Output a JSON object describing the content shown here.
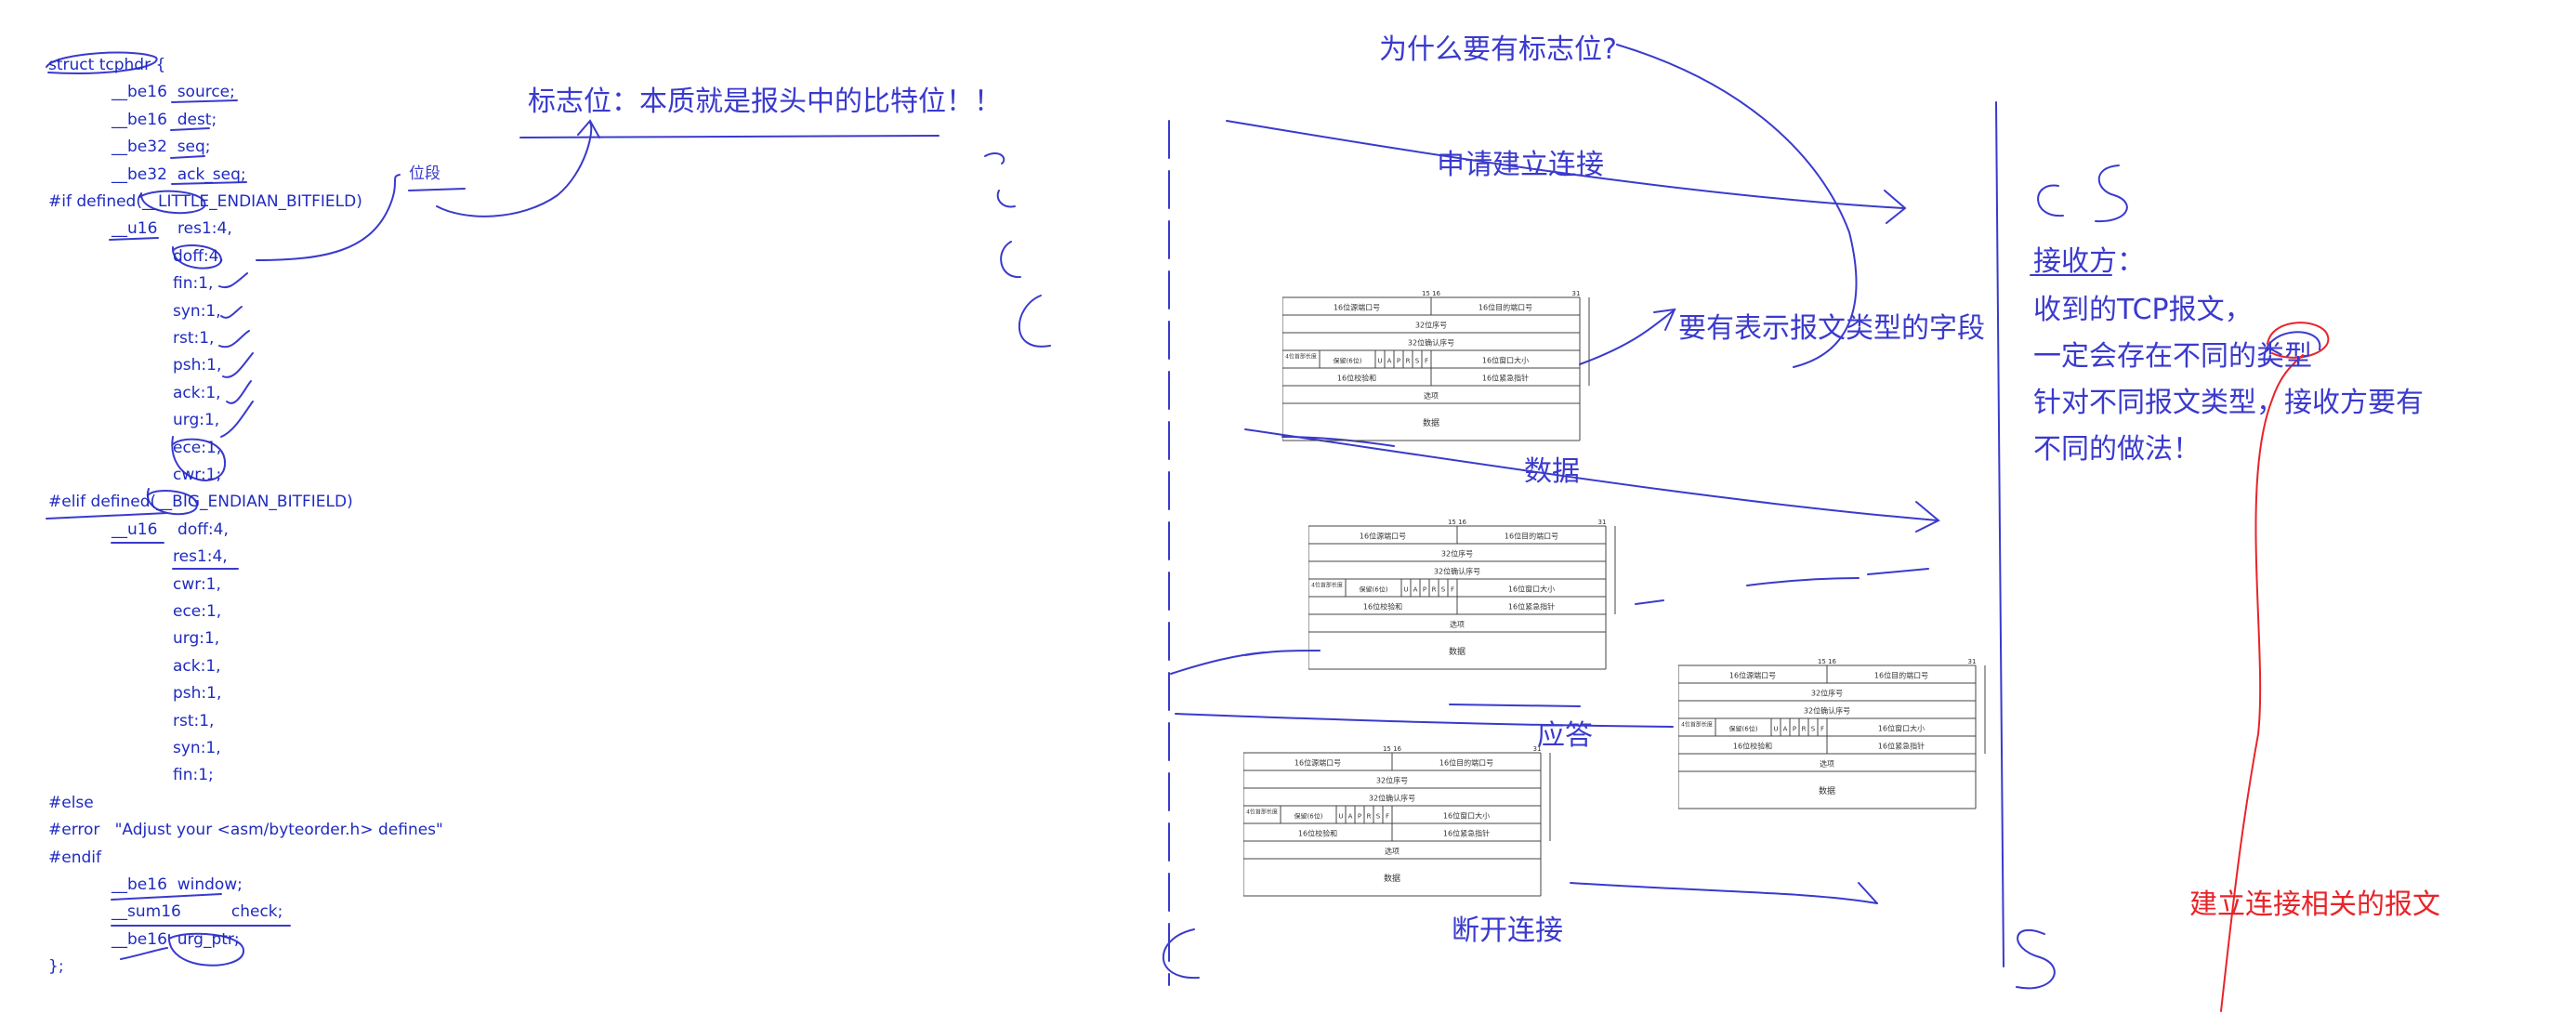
{
  "code": {
    "lines": [
      "struct tcphdr {",
      "__be16  source;",
      "__be16  dest;",
      "__be32  seq;",
      "__be32  ack_seq;",
      "#if defined(__LITTLE_ENDIAN_BITFIELD)",
      "__u16    res1:4,",
      "doff:4,",
      "fin:1,",
      "syn:1,",
      "rst:1,",
      "psh:1,",
      "ack:1,",
      "urg:1,",
      "ece:1,",
      "cwr:1;",
      "#elif defined(__BIG_ENDIAN_BITFIELD)",
      "__u16    doff:4,",
      "res1:4,",
      "cwr:1,",
      "ece:1,",
      "urg:1,",
      "ack:1,",
      "psh:1,",
      "rst:1,",
      "syn:1,",
      "fin:1;",
      "#else",
      "#error   \"Adjust your <asm/byteorder.h> defines\"",
      "#endif",
      "__be16  window;",
      "__sum16          check;",
      "__be16  urg_ptr;",
      "};"
    ]
  },
  "notes": {
    "flag_essence": "标志位：本质就是报头中的比特位！！",
    "bit_field": "位段",
    "why_flags": "为什么要有标志位?",
    "request_connect": "申请建立连接",
    "type_field": "要有表示报文类型的字段",
    "data": "数据",
    "reply": "应答",
    "disconnect": "断开连接",
    "receiver_title": "接收方：",
    "receiver_line1": "收到的TCP报文，",
    "receiver_line2": "一定会存在不同的类型",
    "receiver_line3": "针对不同报文类型，接收方要有",
    "receiver_line4": "不同的做法！",
    "connection_related": "建立连接相关的报文",
    "letter_c": "C",
    "letter_s": "S"
  },
  "tcp_header_figure": {
    "bit_ticks": [
      "15 16",
      "31"
    ],
    "source_port": "16位源端口号",
    "dest_port": "16位目的端口号",
    "seq": "32位序号",
    "ack": "32位确认序号",
    "header_len": "4位首部长度",
    "reserved": "保留(6位)",
    "flags": [
      "U",
      "A",
      "P",
      "R",
      "S",
      "F"
    ],
    "window": "16位窗口大小",
    "checksum": "16位校验和",
    "urgent": "16位紧急指针",
    "options": "选项",
    "payload": "数据"
  },
  "colors": {
    "ink": "#3a3acd",
    "code": "#1f2bbf",
    "red": "#e8242a"
  }
}
